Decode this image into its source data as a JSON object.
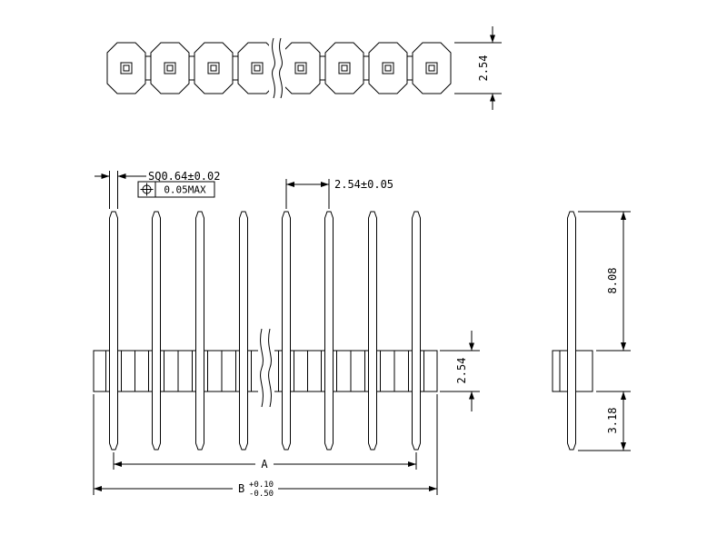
{
  "drawing": {
    "type": "pin-header-connector-engineering-drawing",
    "top_view": {
      "strip_height_dim": "2.54"
    },
    "front_view": {
      "pin_square_dim": "SQ0.64±0.02",
      "tolerance_symbol": "position",
      "tolerance_value": "0.05MAX",
      "pitch_dim": "2.54±0.05",
      "body_height_dim": "2.54",
      "dim_a_label": "A",
      "dim_b_letter": "B",
      "dim_b_upper_tol": "+0.10",
      "dim_b_lower_tol": "-0.50"
    },
    "side_view": {
      "pin_length_above_dim": "8.08",
      "pin_length_below_dim": "3.18"
    }
  }
}
